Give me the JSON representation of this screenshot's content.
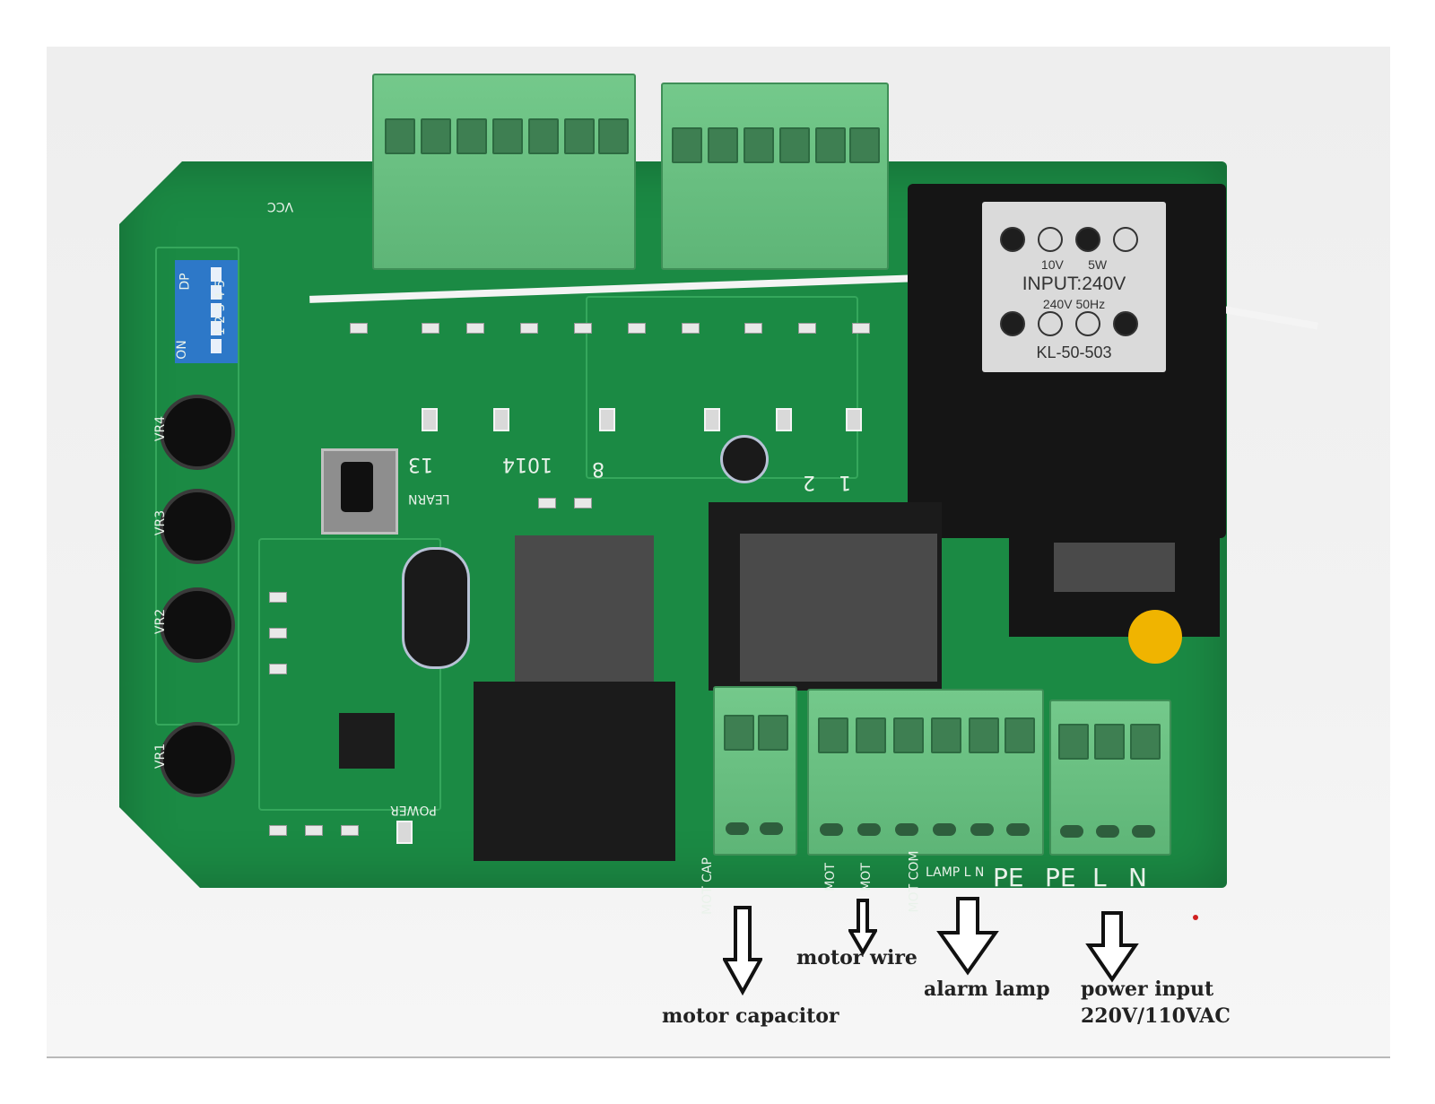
{
  "board": {
    "transformer_labels": {
      "voltage_tap": "10V",
      "power_rating": "5W",
      "input": "INPUT:240V",
      "frequency": "240V 50Hz",
      "model": "KL-50-503"
    },
    "dip_switch": {
      "label": "DP",
      "on_label": "ON",
      "numbers": "1 2 3 4 5"
    },
    "potentiometers": [
      "VR4",
      "VR3",
      "VR2",
      "VR1"
    ],
    "terminal_markings": {
      "motor_cap": "MOT CAP",
      "mot1": "MOT",
      "mot2": "MOT",
      "mot_com": "MOT COM",
      "lamp": "LAMP L N",
      "pe_right": "PE",
      "pe_power": "PE",
      "l": "L",
      "n": "N"
    },
    "silkscreen": [
      "13",
      "1014",
      "8",
      "2",
      "1",
      "LEARN",
      "POWER",
      "VCC"
    ]
  },
  "annotations": {
    "motor_capacitor": "motor capacitor",
    "motor_wire": "motor wire",
    "alarm_lamp": "alarm lamp",
    "power_input_line1": "power input",
    "power_input_line2": "220V/110VAC"
  },
  "colors": {
    "pcb": "#1b8a44",
    "terminal": "#68bf80",
    "transformer": "#151515",
    "background": "#f1f1f1"
  }
}
